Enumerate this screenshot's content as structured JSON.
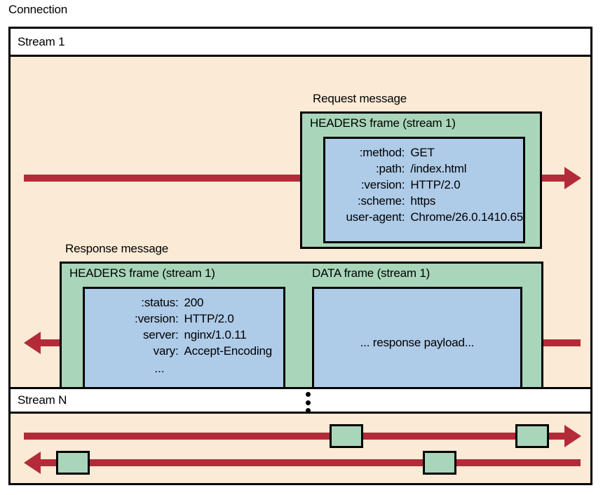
{
  "diagram": {
    "caption": "Connection",
    "colors": {
      "stream_background": "#fbead6",
      "frame_green": "#a9d6ba",
      "payload_blue": "#aecbe8",
      "arrow_red": "#b32b38",
      "outline_black": "#000000",
      "header_white": "#ffffff"
    },
    "streams": [
      {
        "id": "stream-1",
        "label": "Stream 1"
      },
      {
        "id": "stream-n",
        "label": "Stream N",
        "ellipsis": "⋮"
      }
    ],
    "messages": [
      {
        "id": "request",
        "label": "Request message",
        "direction": "outbound",
        "frames": [
          {
            "id": "request-headers-frame",
            "title": "HEADERS frame (stream 1)",
            "type": "headers",
            "headers": [
              {
                "name": ":method:",
                "value": "GET"
              },
              {
                "name": ":path:",
                "value": "/index.html"
              },
              {
                "name": ":version:",
                "value": "HTTP/2.0"
              },
              {
                "name": ":scheme:",
                "value": "https"
              },
              {
                "name": "user-agent:",
                "value": "Chrome/26.0.1410.65"
              }
            ]
          }
        ]
      },
      {
        "id": "response",
        "label": "Response message",
        "direction": "inbound",
        "frames": [
          {
            "id": "response-headers-frame",
            "title": "HEADERS frame (stream 1)",
            "type": "headers",
            "headers": [
              {
                "name": ":status:",
                "value": "200"
              },
              {
                "name": ":version:",
                "value": "HTTP/2.0"
              },
              {
                "name": "server:",
                "value": "nginx/1.0.11"
              },
              {
                "name": "vary:",
                "value": "Accept-Encoding"
              },
              {
                "name": "",
                "value": ""
              }
            ],
            "continuation": "..."
          },
          {
            "id": "response-data-frame",
            "title": "DATA frame (stream 1)",
            "type": "data",
            "payload": "... response payload..."
          }
        ]
      }
    ],
    "stream_n_arrows": [
      {
        "id": "stream-n-outbound",
        "direction": "right",
        "frame_count": 2
      },
      {
        "id": "stream-n-inbound",
        "direction": "left",
        "frame_count": 2
      }
    ]
  }
}
